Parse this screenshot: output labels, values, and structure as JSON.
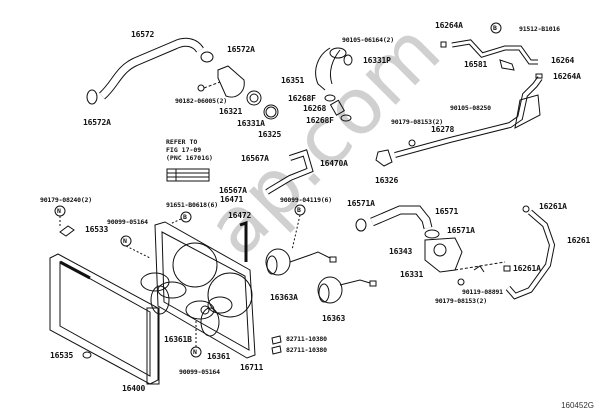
{
  "watermark": "ap.com",
  "refer_note": {
    "line1": "REFER TO",
    "line2": "FIG 17-09",
    "line3": "(PNC 16701G)"
  },
  "circle_markers": {
    "n": "N",
    "b": "B"
  },
  "figure_code": "160452G",
  "labels": [
    {
      "id": "16572",
      "text": "16572"
    },
    {
      "id": "16572A-top",
      "text": "16572A"
    },
    {
      "id": "16572A-bottom",
      "text": "16572A"
    },
    {
      "id": "90182-06005",
      "text": "90182-06005(2)"
    },
    {
      "id": "16321",
      "text": "16321"
    },
    {
      "id": "16331A",
      "text": "16331A"
    },
    {
      "id": "16325",
      "text": "16325"
    },
    {
      "id": "90105-06164",
      "text": "90105-06164(2)"
    },
    {
      "id": "16331P",
      "text": "16331P"
    },
    {
      "id": "16351",
      "text": "16351"
    },
    {
      "id": "16268F-1",
      "text": "16268F"
    },
    {
      "id": "16268",
      "text": "16268"
    },
    {
      "id": "16268F-2",
      "text": "16268F"
    },
    {
      "id": "16264A-1",
      "text": "16264A"
    },
    {
      "id": "91512-B1016",
      "text": "91512-B1016"
    },
    {
      "id": "16264",
      "text": "16264"
    },
    {
      "id": "16581",
      "text": "16581"
    },
    {
      "id": "16264A-2",
      "text": "16264A"
    },
    {
      "id": "90105-08250",
      "text": "90105-08250"
    },
    {
      "id": "90179-08153-a",
      "text": "90179-08153(2)"
    },
    {
      "id": "16278",
      "text": "16278"
    },
    {
      "id": "16326",
      "text": "16326"
    },
    {
      "id": "16567A-1",
      "text": "16567A"
    },
    {
      "id": "16470A",
      "text": "16470A"
    },
    {
      "id": "16567A-2",
      "text": "16567A"
    },
    {
      "id": "16471",
      "text": "16471"
    },
    {
      "id": "16472",
      "text": "16472"
    },
    {
      "id": "91651-B0618",
      "text": "91651-B0618(6)"
    },
    {
      "id": "90099-04119",
      "text": "90099-04119(6)"
    },
    {
      "id": "90179-08240",
      "text": "90179-08240(2)"
    },
    {
      "id": "16533",
      "text": "16533"
    },
    {
      "id": "90099-05164-a",
      "text": "90099-05164"
    },
    {
      "id": "16363A",
      "text": "16363A"
    },
    {
      "id": "16363",
      "text": "16363"
    },
    {
      "id": "16571A-1",
      "text": "16571A"
    },
    {
      "id": "16571",
      "text": "16571"
    },
    {
      "id": "16571A-2",
      "text": "16571A"
    },
    {
      "id": "16343",
      "text": "16343"
    },
    {
      "id": "16331",
      "text": "16331"
    },
    {
      "id": "16261A-1",
      "text": "16261A"
    },
    {
      "id": "16261",
      "text": "16261"
    },
    {
      "id": "16261A-2",
      "text": "16261A"
    },
    {
      "id": "90119-08891",
      "text": "90119-08891"
    },
    {
      "id": "90179-08153-b",
      "text": "90179-08153(2)"
    },
    {
      "id": "82711-10380-1",
      "text": "82711-10380"
    },
    {
      "id": "82711-10380-2",
      "text": "82711-10380"
    },
    {
      "id": "16361B",
      "text": "16361B"
    },
    {
      "id": "16361",
      "text": "16361"
    },
    {
      "id": "16711",
      "text": "16711"
    },
    {
      "id": "16535",
      "text": "16535"
    },
    {
      "id": "16400",
      "text": "16400"
    },
    {
      "id": "90099-05164-b",
      "text": "90099-05164"
    }
  ]
}
